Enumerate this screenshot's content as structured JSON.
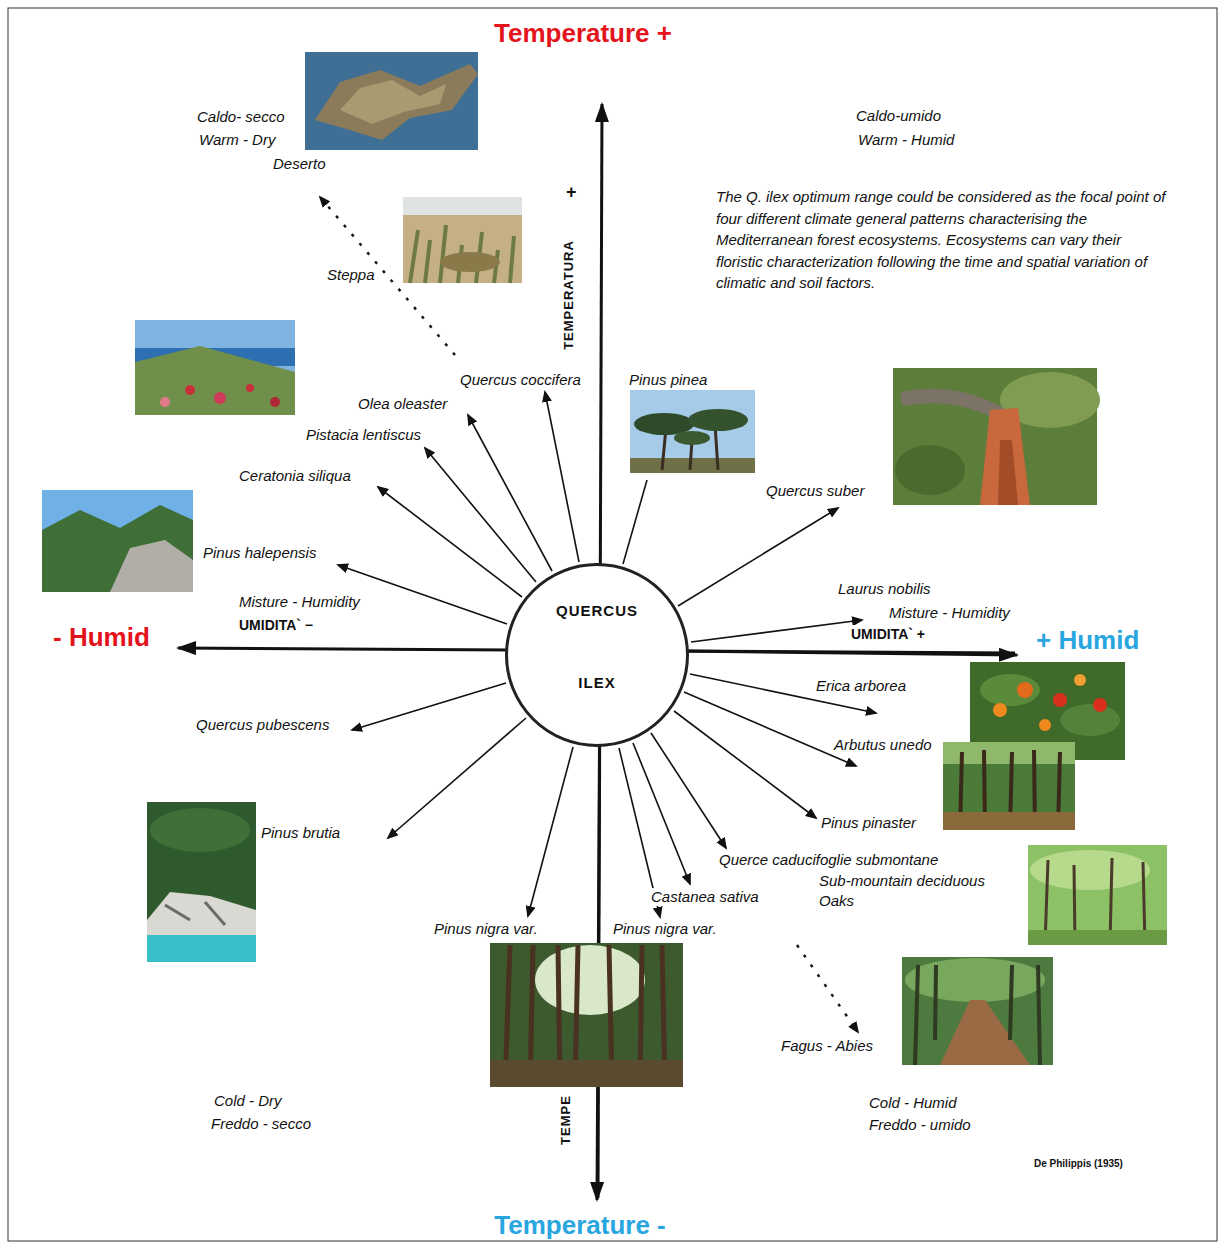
{
  "diagram": {
    "nodes": [
      {
        "text": [
          "QUERCUS ILEX"
        ]
      }
    ],
    "labels": [
      "Temperature +",
      "Caldo- secco",
      "Warm - Dry",
      "Deserto",
      "Caldo-umido",
      "Warm - Humid",
      "The Q. ilex optimum range could be considered as the focal point of four different climate general patterns characterising the Mediterranean forest ecosystems. Ecosystems can vary their floristic characterization following the time and spatial variation of climatic and soil factors.",
      "+",
      "TEMPERATURA",
      "Steppa",
      "Quercus coccifera",
      "Pinus pinea",
      "Olea oleaster",
      "Pistacia lentiscus",
      "Quercus suber",
      "Ceratonia siliqua",
      "Pinus halepensis",
      "Misture - Humidity",
      "UMIDITA` −",
      "- Humid",
      "Laurus nobilis",
      "Misture - Humidity",
      "UMIDITA` +",
      "+ Humid",
      "Erica arborea",
      "Arbutus unedo",
      "Quercus pubescens",
      "Pinus pinaster",
      "Pinus brutia",
      "Querce caducifoglie submontane",
      "Sub-mountain deciduous Oaks",
      "Castanea sativa",
      "Pinus nigra var.",
      "Pinus nigra var.",
      "TEMPE",
      "Fagus - Abies",
      "Cold - Dry",
      "Freddo - secco",
      "Cold - Humid",
      "Freddo - umido",
      "De Philippis (1935)",
      "Temperature -"
    ]
  }
}
